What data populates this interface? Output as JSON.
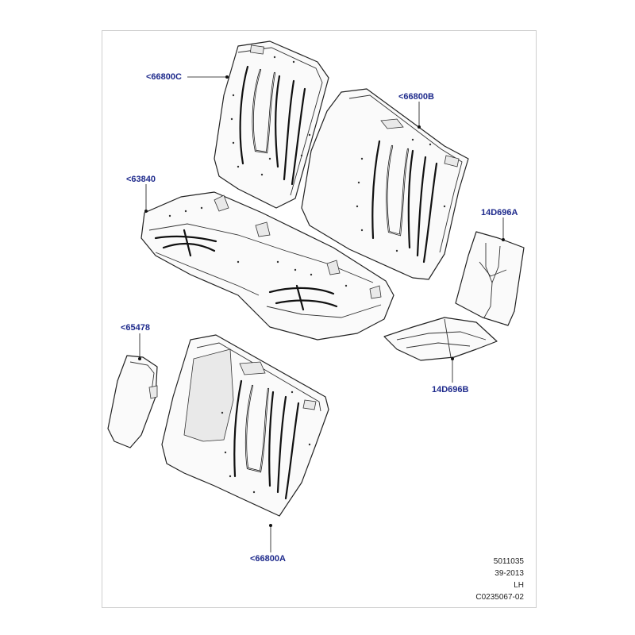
{
  "callouts": {
    "backrest_lh": "<66800C",
    "backrest_rh": "<66800B",
    "cushion": "<63840",
    "heater_back": "14D696A",
    "armrest": "<65478",
    "heater_cushion": "14D696B",
    "backrest_center": "<66800A"
  },
  "footer": {
    "ref_number": "5011035",
    "date_code": "39-2013",
    "side": "LH",
    "drawing_id": "C0235067-02"
  },
  "colors": {
    "callout_text": "#1e2a8c",
    "line_art": "#222222",
    "frame_border": "#cfcfcf"
  }
}
